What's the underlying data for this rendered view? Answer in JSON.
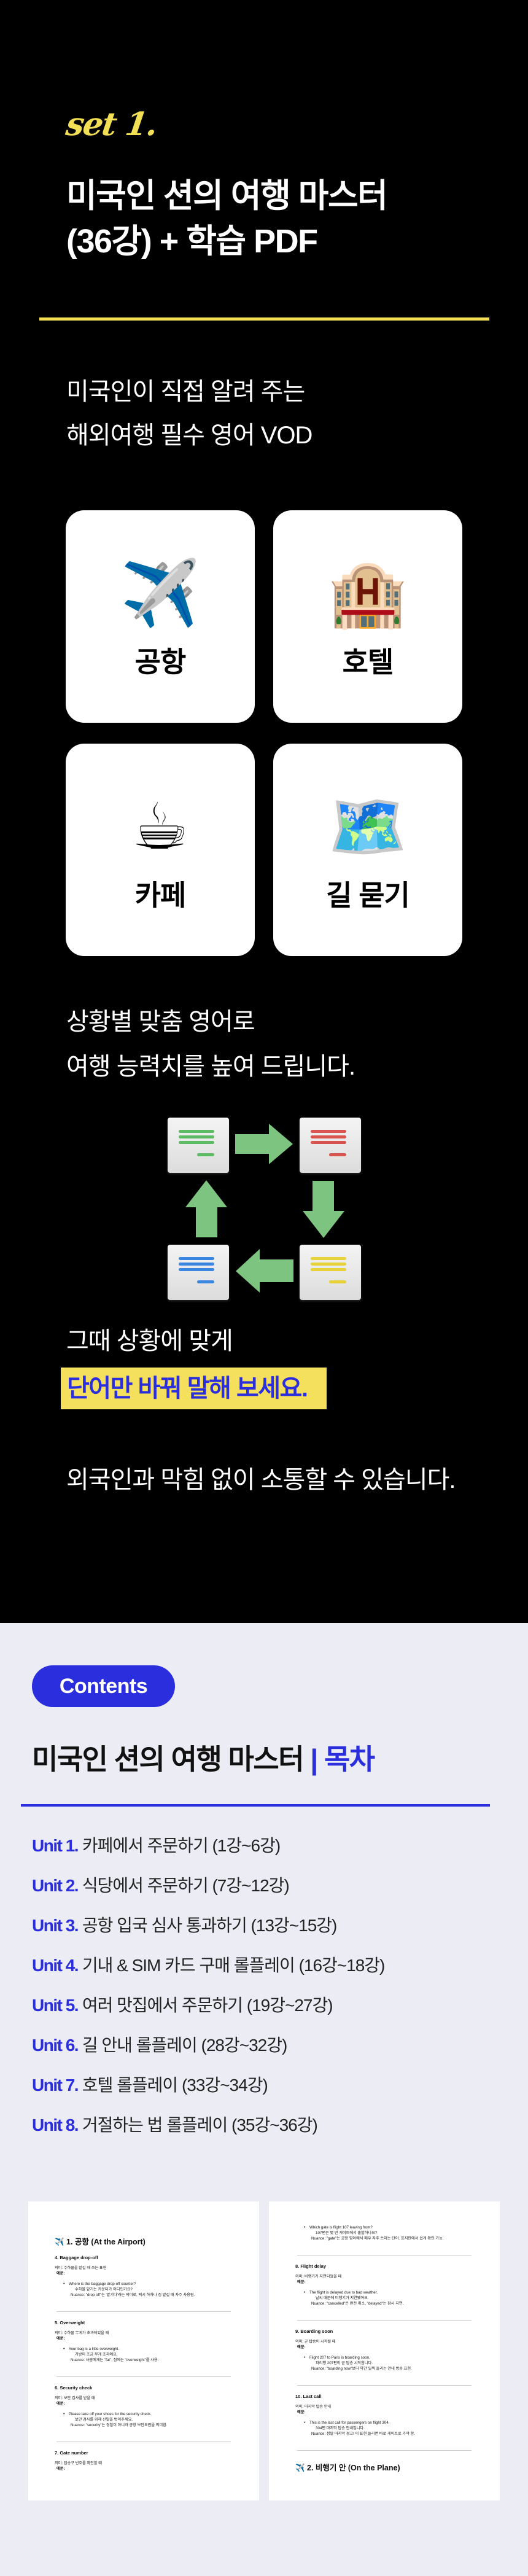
{
  "hero": {
    "set_label": "set 1.",
    "title_line1": "미국인 션의 여행 마스터",
    "title_line2": "(36강) + 학습 PDF",
    "subtitle_lines": [
      "미국인이 직접 알려 주는",
      "해외여행 필수 영어 VOD"
    ]
  },
  "cards": [
    {
      "label": "공항",
      "icon": "✈️"
    },
    {
      "label": "호텔",
      "icon": "🏨"
    },
    {
      "label": "카페",
      "icon": "☕"
    },
    {
      "label": "길 묻기",
      "icon": "🗺️"
    }
  ],
  "intro": {
    "situation_lines": [
      "상황별 맞춤 영어로",
      "여행 능력치를 높여 드립니다."
    ],
    "then_line": "그때 상황에 맞게",
    "highlight": "단어만 바꿔 말해 보세요.",
    "closing": "외국인과 막힘 없이 소통할 수 있습니다."
  },
  "diagram": {
    "tile_colors": [
      "#5DBB63",
      "#D9534F",
      "#E8D23A",
      "#3A86E0"
    ],
    "arrow_color": "#7CC47F"
  },
  "contents": {
    "badge": "Contents",
    "heading_main": "미국인 션의 여행 마스터",
    "heading_divider": "|",
    "heading_accent": "목차",
    "units": [
      {
        "label": "Unit 1.",
        "text": "카페에서 주문하기 (1강~6강)"
      },
      {
        "label": "Unit 2.",
        "text": "식당에서 주문하기 (7강~12강)"
      },
      {
        "label": "Unit 3.",
        "text": "공항 입국 심사 통과하기 (13강~15강)"
      },
      {
        "label": "Unit 4.",
        "text": "기내 & SIM 카드 구매 롤플레이 (16강~18강)"
      },
      {
        "label": "Unit 5.",
        "text": "여러 맛집에서 주문하기 (19강~27강)"
      },
      {
        "label": "Unit 6.",
        "text": "길 안내 롤플레이 (28강~32강)"
      },
      {
        "label": "Unit 7.",
        "text": "호텔 롤플레이 (33강~34강)"
      },
      {
        "label": "Unit 8.",
        "text": "거절하는 법 롤플레이 (35강~36강)"
      }
    ]
  },
  "pdf_preview": {
    "left_page": {
      "title": "✈️ 1. 공항 (At the Airport)",
      "sections": [
        {
          "heading": "4. Baggage drop-off",
          "meaning": "의미: 수하물을 맡길 때 쓰는 표현",
          "example_label": "예문:",
          "en": "Where is the baggage drop-off counter?",
          "ko": "수하물 맡기는 카운터가 어디인가요?",
          "nuance": "Nuance: \"drop off\"는 '맡기다'라는 의미로, 택시 하차나 짐 맡길 때 자주 사용됨."
        },
        {
          "heading": "5. Overweight",
          "meaning": "의미: 수하물 무게가 초과되었을 때",
          "example_label": "예문:",
          "en": "Your bag is a little overweight.",
          "ko": "가방이 조금 무게 초과예요.",
          "nuance": "Nuance: 사람에게는 \"fat\", 짐에는 \"overweight\"를 사용."
        },
        {
          "heading": "6. Security check",
          "meaning": "의미: 보안 검사를 받을 때",
          "example_label": "예문:",
          "en": "Please take off your shoes for the security check.",
          "ko": "보안 검사를 위해 신발을 벗어주세요.",
          "nuance": "Nuance: \"security\"는 경찰이 아니라 공항 보안요원을 의미함."
        },
        {
          "heading": "7. Gate number",
          "meaning": "의미: 탑승구 번호를 확인할 때",
          "example_label": "예문:"
        }
      ]
    },
    "right_page": {
      "carry_over": {
        "en": "Which gate is flight 107 leaving from?",
        "ko": "107편은 몇 번 게이트에서 출발하나요?",
        "nuance": "Nuance: \"gate\"는 공항 영어에서 매우 자주 쓰이는 단어. 표지판에서 쉽게 확인 가능."
      },
      "sections": [
        {
          "heading": "8. Flight delay",
          "meaning": "의미: 비행기가 지연되었을 때",
          "example_label": "예문:",
          "en": "The flight is delayed due to bad weather.",
          "ko": "날씨 때문에 비행기가 지연됐어요.",
          "nuance": "Nuance: \"cancelled\"은 완전 취소, \"delayed\"는 잠시 지연."
        },
        {
          "heading": "9. Boarding soon",
          "meaning": "의미: 곧 탑승이 시작될 때",
          "example_label": "예문:",
          "en": "Flight 207 to Paris is boarding soon.",
          "ko": "파리행 207편이 곧 탑승 시작합니다.",
          "nuance": "Nuance: \"boarding now\"보다 약간 일찍 들리는 안내 방송 표현."
        },
        {
          "heading": "10. Last call",
          "meaning": "의미: 마지막 탑승 안내",
          "example_label": "예문:",
          "en": "This is the last call for passengers on flight 304.",
          "ko": "304편 마지막 탑승 안내입니다.",
          "nuance": "Nuance: 정말 마지막 경고! 이 표현 들리면 바로 게이트로 가야 함."
        }
      ],
      "next_title": "✈️ 2. 비행기 안 (On the Plane)"
    }
  }
}
